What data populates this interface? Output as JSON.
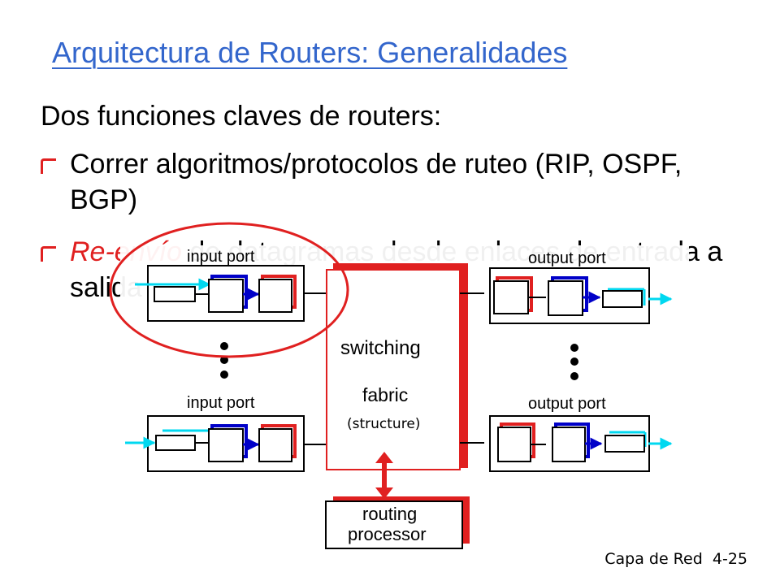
{
  "slide": {
    "title": "Arquitectura de Routers: Generalidades",
    "intro": "Dos funciones claves de routers:",
    "bullets": [
      {
        "text": "Correr algoritmos/protocolos de ruteo (RIP, OSPF, BGP)"
      },
      {
        "emphasis": "Re-envío",
        "text": " de datagramas desde enlaces de entrada a salida"
      }
    ],
    "footer": {
      "label": "Capa de Red",
      "page": "4-25"
    }
  },
  "diagram": {
    "input_port_label": "input port",
    "output_port_label": "output port",
    "switching_label": "switching",
    "fabric_label": "fabric",
    "structure_label": "(structure)",
    "routing_label": "routing",
    "processor_label": "processor"
  },
  "colors": {
    "title": "#3366cc",
    "accent_red": "#e02020",
    "arrow_cyan": "#00d8f0",
    "arrow_blue": "#0000c8"
  }
}
